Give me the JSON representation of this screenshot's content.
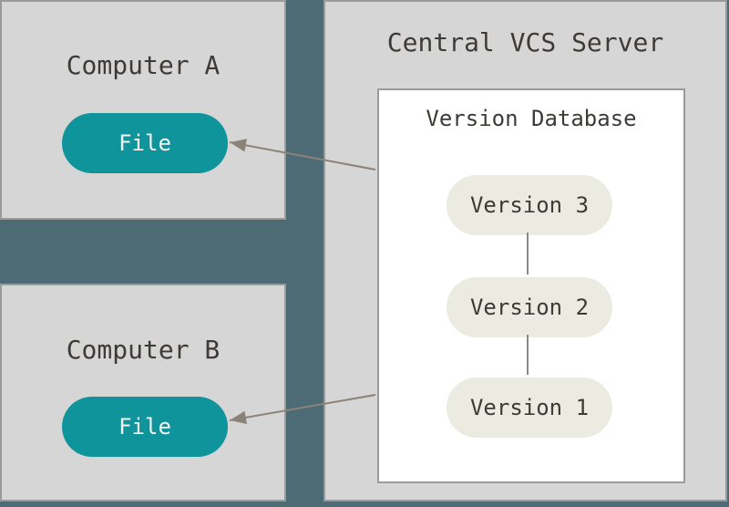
{
  "colors": {
    "background": "#4d6b74",
    "box_fill": "#d6d6d6",
    "box_border": "#9a9a9a",
    "database_fill": "#ffffff",
    "file_pill_fill": "#10949c",
    "file_pill_text": "#f4f3f1",
    "version_pill_fill": "#ebebe2",
    "dark_text": "#3e3a36",
    "arrow": "#8b8378",
    "connector": "#8a8a8a"
  },
  "computer_a": {
    "title": "Computer A",
    "file_label": "File"
  },
  "computer_b": {
    "title": "Computer B",
    "file_label": "File"
  },
  "server": {
    "title": "Central VCS Server",
    "version_database": {
      "title": "Version Database",
      "versions": [
        "Version 3",
        "Version 2",
        "Version 1"
      ]
    }
  }
}
